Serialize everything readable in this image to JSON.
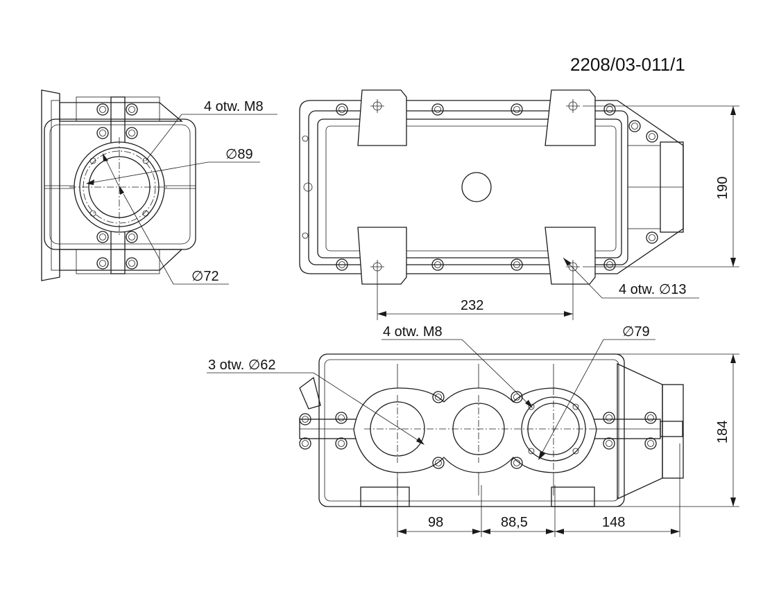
{
  "drawing_number": "2208/03-011/1",
  "views": {
    "end_view": {
      "label_holes": "4 otw. M8",
      "label_outer_dia": "∅89",
      "label_inner_dia": "∅72"
    },
    "top_view": {
      "label_mount_holes": "4 otw. ∅13",
      "dim_length": "232",
      "dim_width": "190"
    },
    "front_view": {
      "label_holes": "4 otw. M8",
      "label_bores": "3 otw. ∅62",
      "label_dia": "∅79",
      "dim_a": "98",
      "dim_b": "88,5",
      "dim_c": "148",
      "dim_height": "184"
    }
  }
}
